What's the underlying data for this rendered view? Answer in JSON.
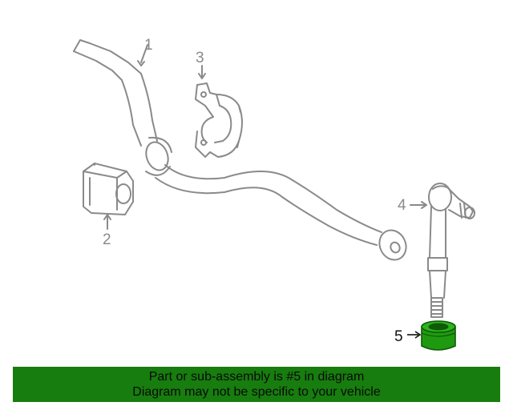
{
  "diagram": {
    "callouts": {
      "c1": "1",
      "c2": "2",
      "c3": "3",
      "c4": "4",
      "c5": "5"
    },
    "highlight_part": "5",
    "colors": {
      "line": "#8a8a8a",
      "highlight_fill": "#1f9a10",
      "highlight_dark": "#0f5a08"
    }
  },
  "banner": {
    "line1": "Part or sub-assembly is #5 in diagram",
    "line2": "Diagram may not be specific to your vehicle",
    "background": "#177d0e"
  }
}
